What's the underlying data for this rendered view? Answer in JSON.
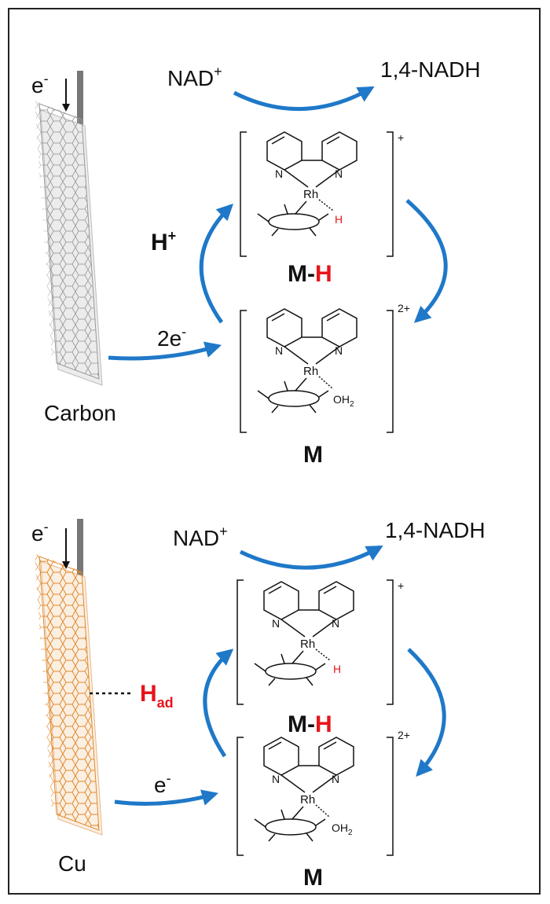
{
  "panels": [
    {
      "electron_top": "e",
      "electron_top_sup": "-",
      "electrode_label": "Carbon",
      "nad": "NAD",
      "nad_sup": "+",
      "nadh": "1,4-NADH",
      "proton": "H",
      "proton_sup": "+",
      "transfer": "2e",
      "transfer_sup": "-",
      "mh_label_m": "M-",
      "mh_label_h": "H",
      "mh_charge": "+",
      "m_label": "M",
      "m_charge": "2+",
      "atom_n": "N",
      "atom_rh": "Rh",
      "hydride": "H",
      "aqua": "OH",
      "aqua_sub": "2"
    },
    {
      "electron_top": "e",
      "electron_top_sup": "-",
      "electrode_label": "Cu",
      "nad": "NAD",
      "nad_sup": "+",
      "nadh": "1,4-NADH",
      "adsorbed": "H",
      "adsorbed_sub": "ad",
      "transfer": "e",
      "transfer_sup": "-",
      "mh_label_m": "M-",
      "mh_label_h": "H",
      "mh_charge": "+",
      "m_label": "M",
      "m_charge": "2+",
      "atom_n": "N",
      "atom_rh": "Rh",
      "hydride": "H",
      "aqua": "OH",
      "aqua_sub": "2"
    }
  ],
  "colors": {
    "arrow": "#1f78c8",
    "hydride": "#e8141b",
    "carbon_lattice": "#9a9a9a",
    "cu_lattice": "#e08a2e",
    "electrode_wire": "#777777"
  }
}
